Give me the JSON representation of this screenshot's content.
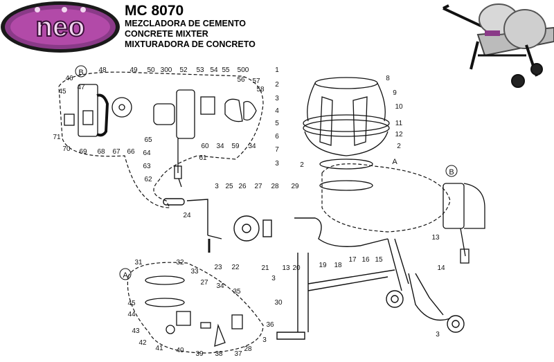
{
  "brand": {
    "logo_text": "neo",
    "colors": {
      "outer": "#1a1a1a",
      "ring": "#8a3a88",
      "inner": "#b24aa8",
      "letters": "#f2d6f0"
    }
  },
  "header": {
    "model": "MC 8070",
    "lines": [
      "MEZCLADORA DE CEMENTO",
      "CONCRETE MIXTER",
      "MIXTURADORA DE CONCRETO"
    ]
  },
  "numbers": {
    "top_motor": [
      "46",
      "47",
      "48",
      "49",
      "50",
      "300",
      "52",
      "53",
      "54",
      "55",
      "500",
      "56",
      "57",
      "58",
      "45",
      "71",
      "70",
      "69",
      "68",
      "67",
      "66",
      "65",
      "64",
      "63",
      "62",
      "60",
      "34",
      "59",
      "34",
      "61"
    ],
    "drum": [
      "1",
      "2",
      "3",
      "4",
      "5",
      "6",
      "7",
      "3",
      "2",
      "8",
      "9",
      "10",
      "11",
      "12",
      "2"
    ],
    "middle": [
      "3",
      "25",
      "26",
      "27",
      "28",
      "29",
      "24",
      "23",
      "22",
      "13",
      "14",
      "3"
    ],
    "frame": [
      "21",
      "3",
      "13",
      "20",
      "19",
      "18",
      "17",
      "16",
      "15",
      "30"
    ],
    "lower_a": [
      "31",
      "32",
      "33",
      "27",
      "34",
      "35",
      "45",
      "44",
      "43",
      "42",
      "41",
      "40",
      "39",
      "38",
      "37",
      "28",
      "3",
      "36"
    ]
  },
  "callouts": [
    "B",
    "A",
    "A",
    "B"
  ],
  "drawing_color": "#111111"
}
